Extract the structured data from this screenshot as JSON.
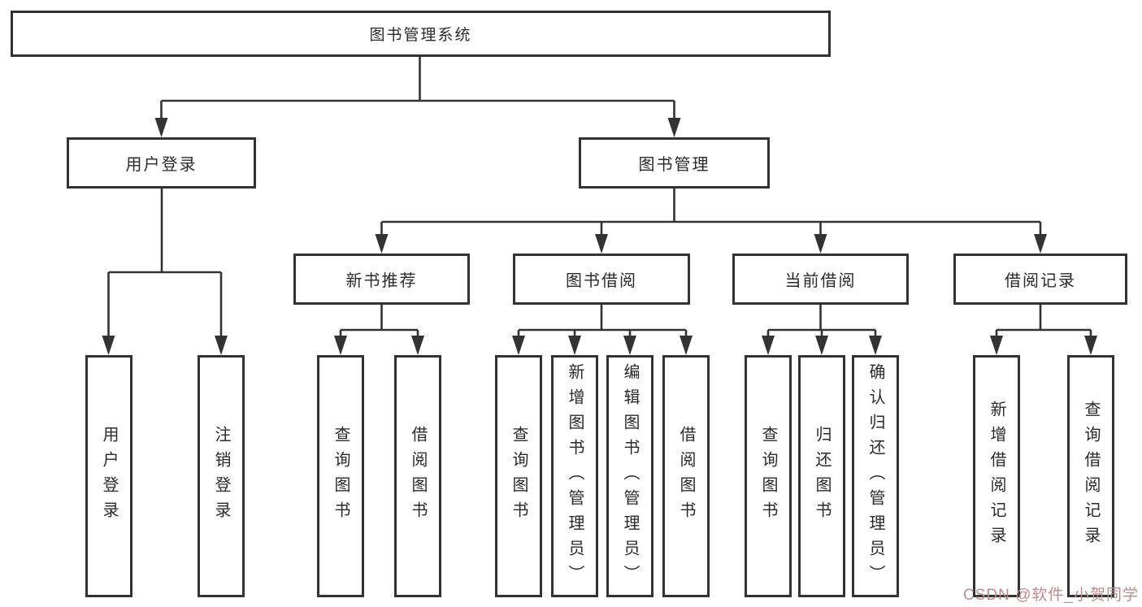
{
  "diagram": {
    "tree": {
      "label": "图书管理系统",
      "children": [
        {
          "label": "用户登录",
          "children": [
            {
              "label": "用户登录"
            },
            {
              "label": "注销登录"
            }
          ]
        },
        {
          "label": "图书管理",
          "children": [
            {
              "label": "新书推荐",
              "children": [
                {
                  "label": "查询图书"
                },
                {
                  "label": "借阅图书"
                }
              ]
            },
            {
              "label": "图书借阅",
              "children": [
                {
                  "label": "查询图书"
                },
                {
                  "label": "新增图书（管理员）"
                },
                {
                  "label": "编辑图书（管理员）"
                },
                {
                  "label": "借阅图书"
                }
              ]
            },
            {
              "label": "当前借阅",
              "children": [
                {
                  "label": "查询图书"
                },
                {
                  "label": "归还图书"
                },
                {
                  "label": "确认归还（管理员）"
                }
              ]
            },
            {
              "label": "借阅记录",
              "children": [
                {
                  "label": "新增借阅记录"
                },
                {
                  "label": "查询借阅记录"
                }
              ]
            }
          ]
        }
      ]
    },
    "colors": {
      "line": "#333333",
      "box_border": "#333333",
      "background": "#ffffff",
      "text": "#2a2a2a",
      "watermark": "#bd8a8a"
    }
  },
  "watermark": {
    "text": "CSDN @软件_小贺同学"
  }
}
